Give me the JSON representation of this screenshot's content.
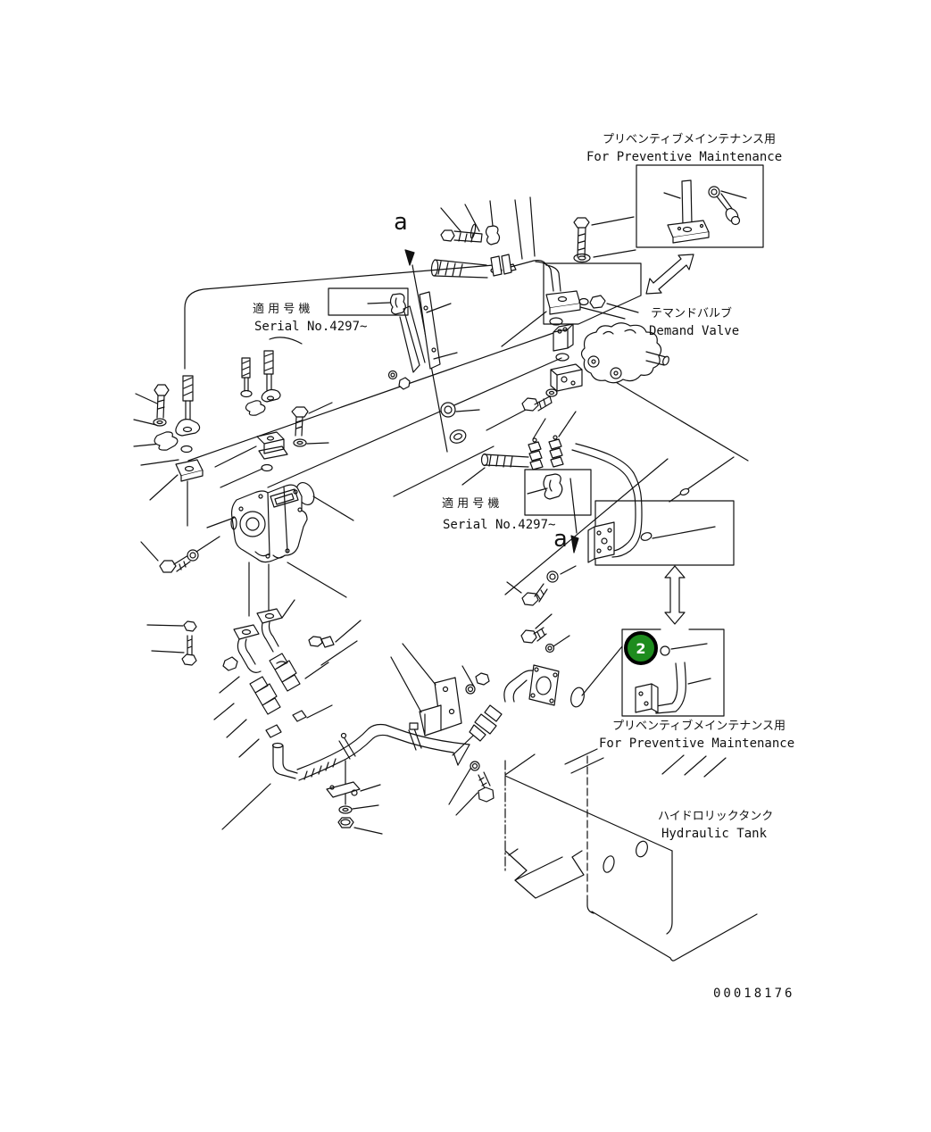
{
  "page": {
    "background": "#ffffff",
    "line_color": "#111111"
  },
  "labels": {
    "pm_top": {
      "jp": "プリベンティブメインテナンス用",
      "en": "For Preventive Maintenance"
    },
    "demand_valve": {
      "jp": "テマンドバルブ",
      "en": "Demand Valve"
    },
    "serial_1": {
      "jp": "適 用 号 機",
      "en": "Serial No.4297~"
    },
    "serial_2": {
      "jp": "適 用 号 機",
      "en": "Serial No.4297~"
    },
    "pm_bottom": {
      "jp": "プリベンティブメインテナンス用",
      "en": "For Preventive Maintenance"
    },
    "hydraulic_tank": {
      "jp": "ハイドロリックタンク",
      "en": "Hydraulic Tank"
    },
    "section_marker_1": "a",
    "section_marker_2": "a",
    "drawing_number": "00018176"
  },
  "hotspot": {
    "number": "2",
    "color": "#1e8c1e",
    "ring_color": "#000000",
    "text_color": "#ffffff"
  }
}
